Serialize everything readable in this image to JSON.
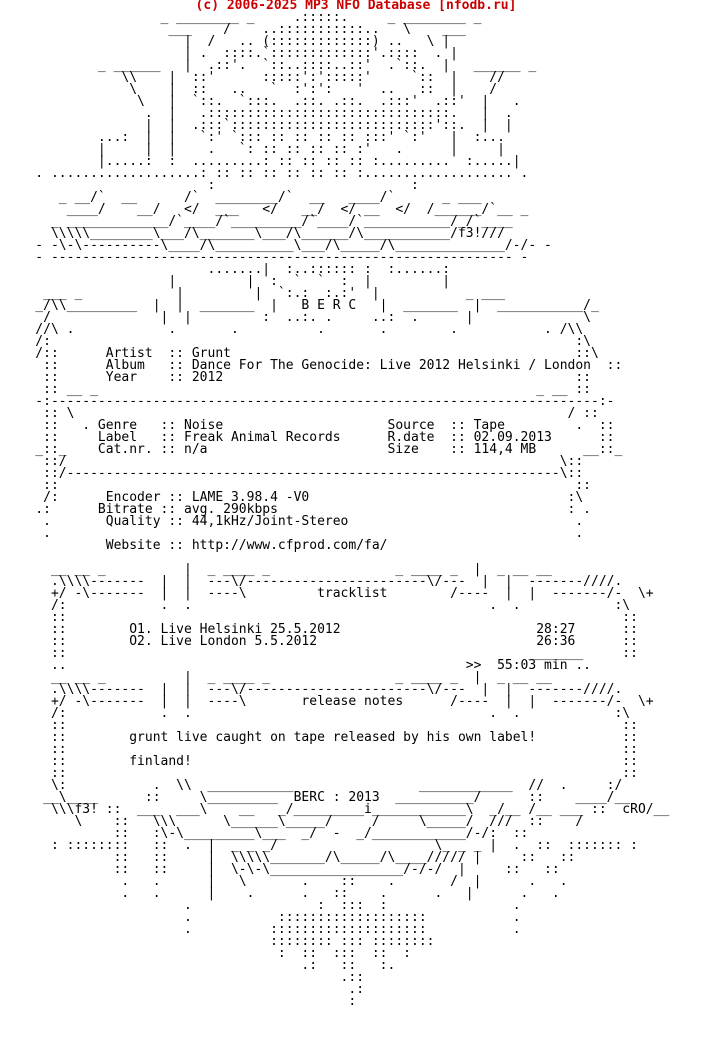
{
  "header": {
    "title": "(c) 2006-2025 MP3 NFO Database [nfodb.ru]"
  },
  "nfo": {
    "lines": [
      "                    _ ________ _     .:::::.     _ ________ _",
      "                     ___    /    ..:::::::::::..   \\    ___",
      "                       |  /   .. (:::::::::::::) ..   \\ |",
      "                       | .  ::::.`:::::::::::::'.::::  . |",
      "            _ ______   |  .::'.  `::..::::..::'  .`::.  |   ______ _",
      "               \\\\    |  ::'      :::::':':::::'     `::  |    //",
      "                \\    |  ::   ..   `  :':':   '  ..   ::  |    /",
      "                 \\   |  `::.  `:::.  .::. .::.  .:::'  .::'  |   .",
      "                  .  |   .:::::::::::::::::::::::::::::::.   |  .",
      "                  |  |  .:::`::::::::::::::::::::::::::'::.  |  |",
      "            ...:  |  |   `:' `::: :: :: :: :: :::' `:'   |  :...",
      "            |     |  |    .   `: :: :: :: :: :'   .      |     |",
      "            |.....:  :  .........: :: :: :: :: :.........  :.....|",
      "    . ...................: :: :: :: :: :: :: :................... .",
      "                          :                         :",
      "       _ __/`  __      /`  ________/`  __   ____/`      _ ___",
      "        ____/    __/   </  ___   </   __/  </ __  </  /______/`__ _",
      "      _ _____________/`____/`_________/`____/`___________/_/`____",
      "      \\\\\\\\\\________\\___/\\_______\\___/\\______/\\___________/f3!///",
      "    - -\\-\\----------\\____/\\__________\\___/\\_____/\\______________/-/- -",
      "    - ----------------------------------------------------------- -",
      "                          .......|  :..:::::: :  :......:",
      "                     |         |  :  `  `  :  |         |",
      "     ___ _            |         |  `:.:  :.:'  |           _ ___",
      "    _/\\\\_________  |  |  _______  |   B E R C   |  _______  |  ___________/_",
      "     /              |  |         :  ..:. .     ..:  .      |              \\",
      "    //\\ .            .       .          .       .        .           . /\\\\",
      "    /:                                                                   :\\",
      "    /::      Artist  :: Grunt                                            ::\\",
      "     ::      Album   :: Dance For The Genocide: Live 2012 Helsinki / London  ::",
      "     ::      Year    :: 2012                                             ::",
      "     :: __ _                                                        _ __ ::",
      "    -:----------------------------------------------------------------------:-",
      "     :: \\                                                               / ::",
      "     ::   . Genre   :: Noise                     Source  :: Tape         .  ::",
      "     ::     Label   :: Freak Animal Records      R.date  :: 02.09.2013      ::",
      "    _::_    Cat.nr. :: n/a                       Size    :: 114,4 MB      __::_",
      "     ::/                                                               \\::",
      "     ::/---------------------------------------------------------------\\::",
      "     ::                                                                  ::",
      "     /:      Encoder :: LAME 3.98.4 -V0                                 :\\",
      "    .:      Bitrate :: avg. 290kbps                                     : .",
      "     .       Quality :: 44,1kHz/Joint-Stereo                             .",
      "     .                                                                   .",
      "             Website :: http://www.cfprod.com/fa/",
      "",
      "      __ __ _          |  _ ____ _                _ ____ _  |  _ __ __",
      "      .\\\\\\\\-------  |  |  ---\\/-----------------------\\/---  |  |  -------////.",
      "      +/ -\\-------  |  |  ----\\         tracklist        /----  |  |  -------/-  \\+",
      "      /:            .  .                                      .  .            :\\",
      "      ::                                                                       ::",
      "      ::        O1. Live Helsinki 25.5.2012                         28:27      ::",
      "      ::        O2. Live London 5.5.2012                            26:36      ::",
      "      ::                                                           _______     ::",
      "      ..                                                   >>  55:03 min ..",
      "      __ __ _          |  _ ____ _                _ ____ _  |  _ __ __",
      "      .\\\\\\\\-------  |  |  ---\\/-----------------------\\/---  |  |  -------////.",
      "      +/ -\\-------  |  |  ----\\       release notes      /----  |  |  -------/-  \\+",
      "      /:            .  .                                      .  .            :\\",
      "      ::                                                                       ::",
      "      ::        grunt live caught on tape released by his own label!           ::",
      "      ::                                                                       ::",
      "      ::        finland!                                                       ::",
      "      ::                                                                       ::",
      "      \\:           .  \\\\  ___________                ____________  //  .     :/",
      "     __\\____      ::     \\_________  BERC : 2013  __________/      ::    ____/__",
      "      \\\\\\f3! ::  ___  ___\\    __   _/_________i____________\\  _/__ /__ ___ ::  cRO/__",
      "         \\    ::   \\\\\\      \\______\\_____/     /     \\_____/  ///  ::    /",
      "              ::   :\\-\\_________\\___  _/  -  _/____________/-/:  ::",
      "      : ::::::::   ::  .  |  _ _ _/                    \\_ _ _ |  .  ::  ::::::: :",
      "              ::   ::     |  \\\\\\\\\\_______/\\_____/\\____///// |     ::   ::",
      "              ::   ::     |  \\-\\-\\_________________/-/-/  |     ::   ::",
      "               .   .      |   \\       .    ::    .       /  |      .   .",
      "               .   .      |    .      .   ::    .      .   |      .   .",
      "                       .                :  :::  :                .",
      "                       .           :::::::::::::::::::           .",
      "                       .          ::::::::::::::::::::           .",
      "                                  :::::::: ::: ::::::::",
      "                                   :  ::  :::  ::  :",
      "                                      .:   ::   :.",
      "                                           .::",
      "                                            .:",
      "                                            :"
    ]
  }
}
